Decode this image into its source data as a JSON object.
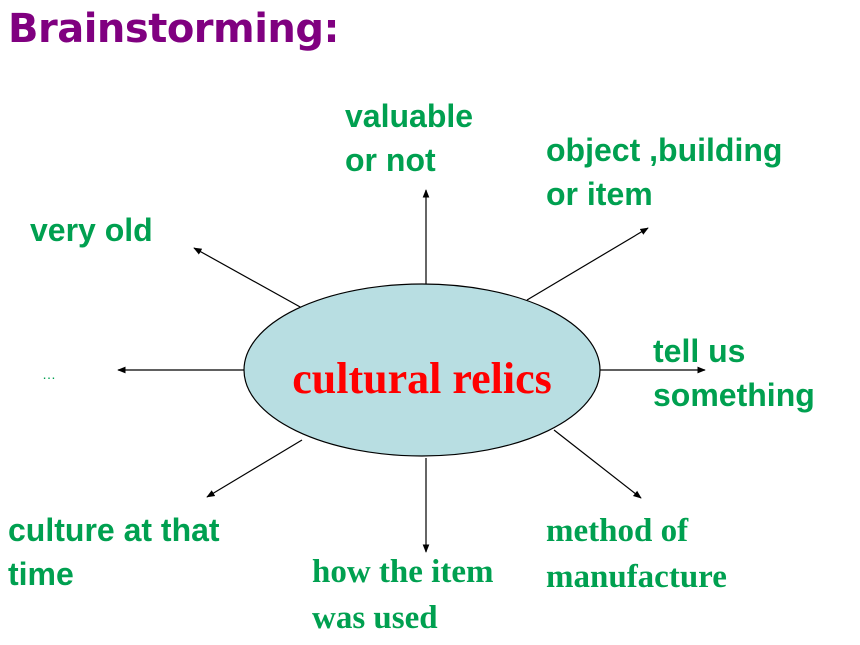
{
  "title": "Brainstorming:",
  "center": "cultural relics",
  "branches": {
    "valuable": [
      "valuable",
      "or not"
    ],
    "object": [
      "object ,building",
      "or item"
    ],
    "very_old": [
      "very old"
    ],
    "tell_us": [
      "tell us",
      "something"
    ],
    "ellipsis": "…",
    "culture": [
      "culture at that",
      "time"
    ],
    "how_used": [
      "how the item",
      "was used"
    ],
    "method": [
      "method of",
      "manufacture"
    ]
  },
  "colors": {
    "title": "#800080",
    "labels": "#00a050",
    "center_text": "#ff0000",
    "ellipse_fill": "#b8dee2"
  }
}
